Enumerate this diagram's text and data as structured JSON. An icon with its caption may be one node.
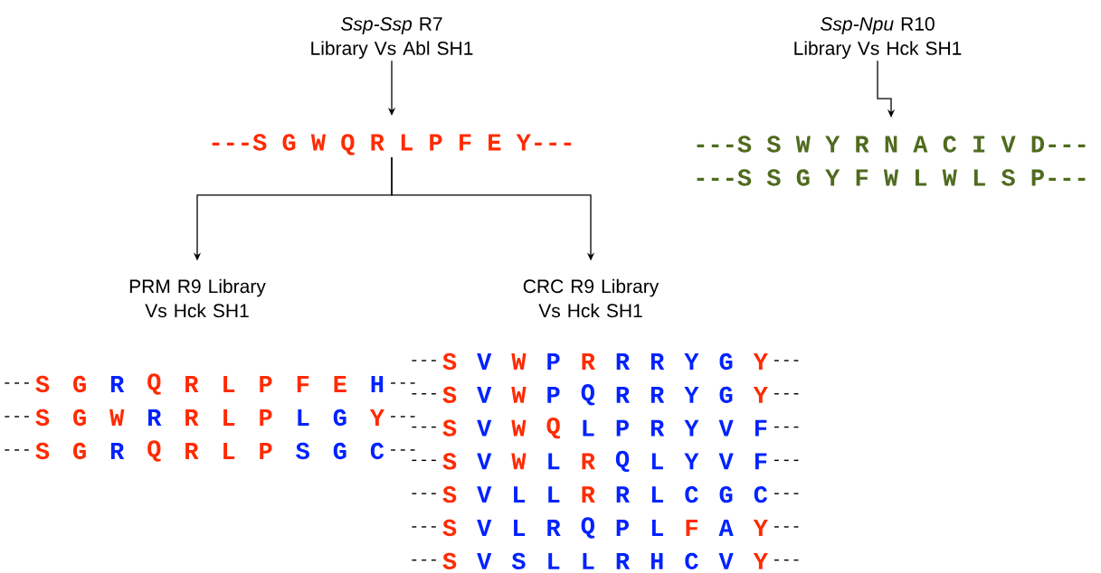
{
  "diagram": {
    "nodes": [
      {
        "text": [
          "*Ssp-Ssp* R7 Library Vs Abl SH1"
        ]
      },
      {
        "text": [
          "---S G W Q R L P F E Y---"
        ]
      },
      {
        "text": [
          "*Ssp-Npu* R10 Library Vs Hck SH1"
        ]
      },
      {
        "text": [
          "---S S W Y R N A C I V D---",
          "---S S G Y F W L W L S P---"
        ]
      },
      {
        "text": [
          "PRM R9 Library Vs Hck SH1"
        ]
      },
      {
        "text": [
          "CRC R9 Library Vs Hck SH1"
        ]
      }
    ],
    "edges": [
      {
        "from": 0,
        "to": 1,
        "arrow": "to"
      },
      {
        "from": 2,
        "to": 3,
        "arrow": "to"
      },
      {
        "from": 1,
        "to": 4,
        "arrow": "to"
      },
      {
        "from": 1,
        "to": 5,
        "arrow": "to"
      }
    ],
    "labels": [
      "---",
      "S",
      "G",
      "R",
      "Q",
      "R",
      "L",
      "P",
      "F",
      "E",
      "H",
      "---",
      "---",
      "S",
      "G",
      "W",
      "R",
      "R",
      "L",
      "P",
      "L",
      "G",
      "Y",
      "---",
      "---",
      "S",
      "G",
      "R",
      "Q",
      "R",
      "L",
      "P",
      "S",
      "G",
      "C",
      "---",
      "---",
      "S",
      "V",
      "W",
      "P",
      "R",
      "R",
      "R",
      "Y",
      "G",
      "Y",
      "---",
      "---",
      "S",
      "V",
      "W",
      "P",
      "Q",
      "R",
      "R",
      "Y",
      "G",
      "Y",
      "---",
      "---",
      "S",
      "V",
      "W",
      "Q",
      "L",
      "P",
      "R",
      "Y",
      "V",
      "F",
      "---",
      "---",
      "S",
      "V",
      "W",
      "L",
      "R",
      "Q",
      "L",
      "Y",
      "V",
      "F",
      "---",
      "---",
      "S",
      "V",
      "L",
      "L",
      "R",
      "R",
      "L",
      "C",
      "G",
      "C",
      "---",
      "---",
      "S",
      "V",
      "L",
      "R",
      "Q",
      "P",
      "L",
      "F",
      "A",
      "Y",
      "---",
      "---",
      "S",
      "V",
      "S",
      "L",
      "L",
      "R",
      "H",
      "C",
      "V",
      "Y",
      "---"
    ]
  }
}
